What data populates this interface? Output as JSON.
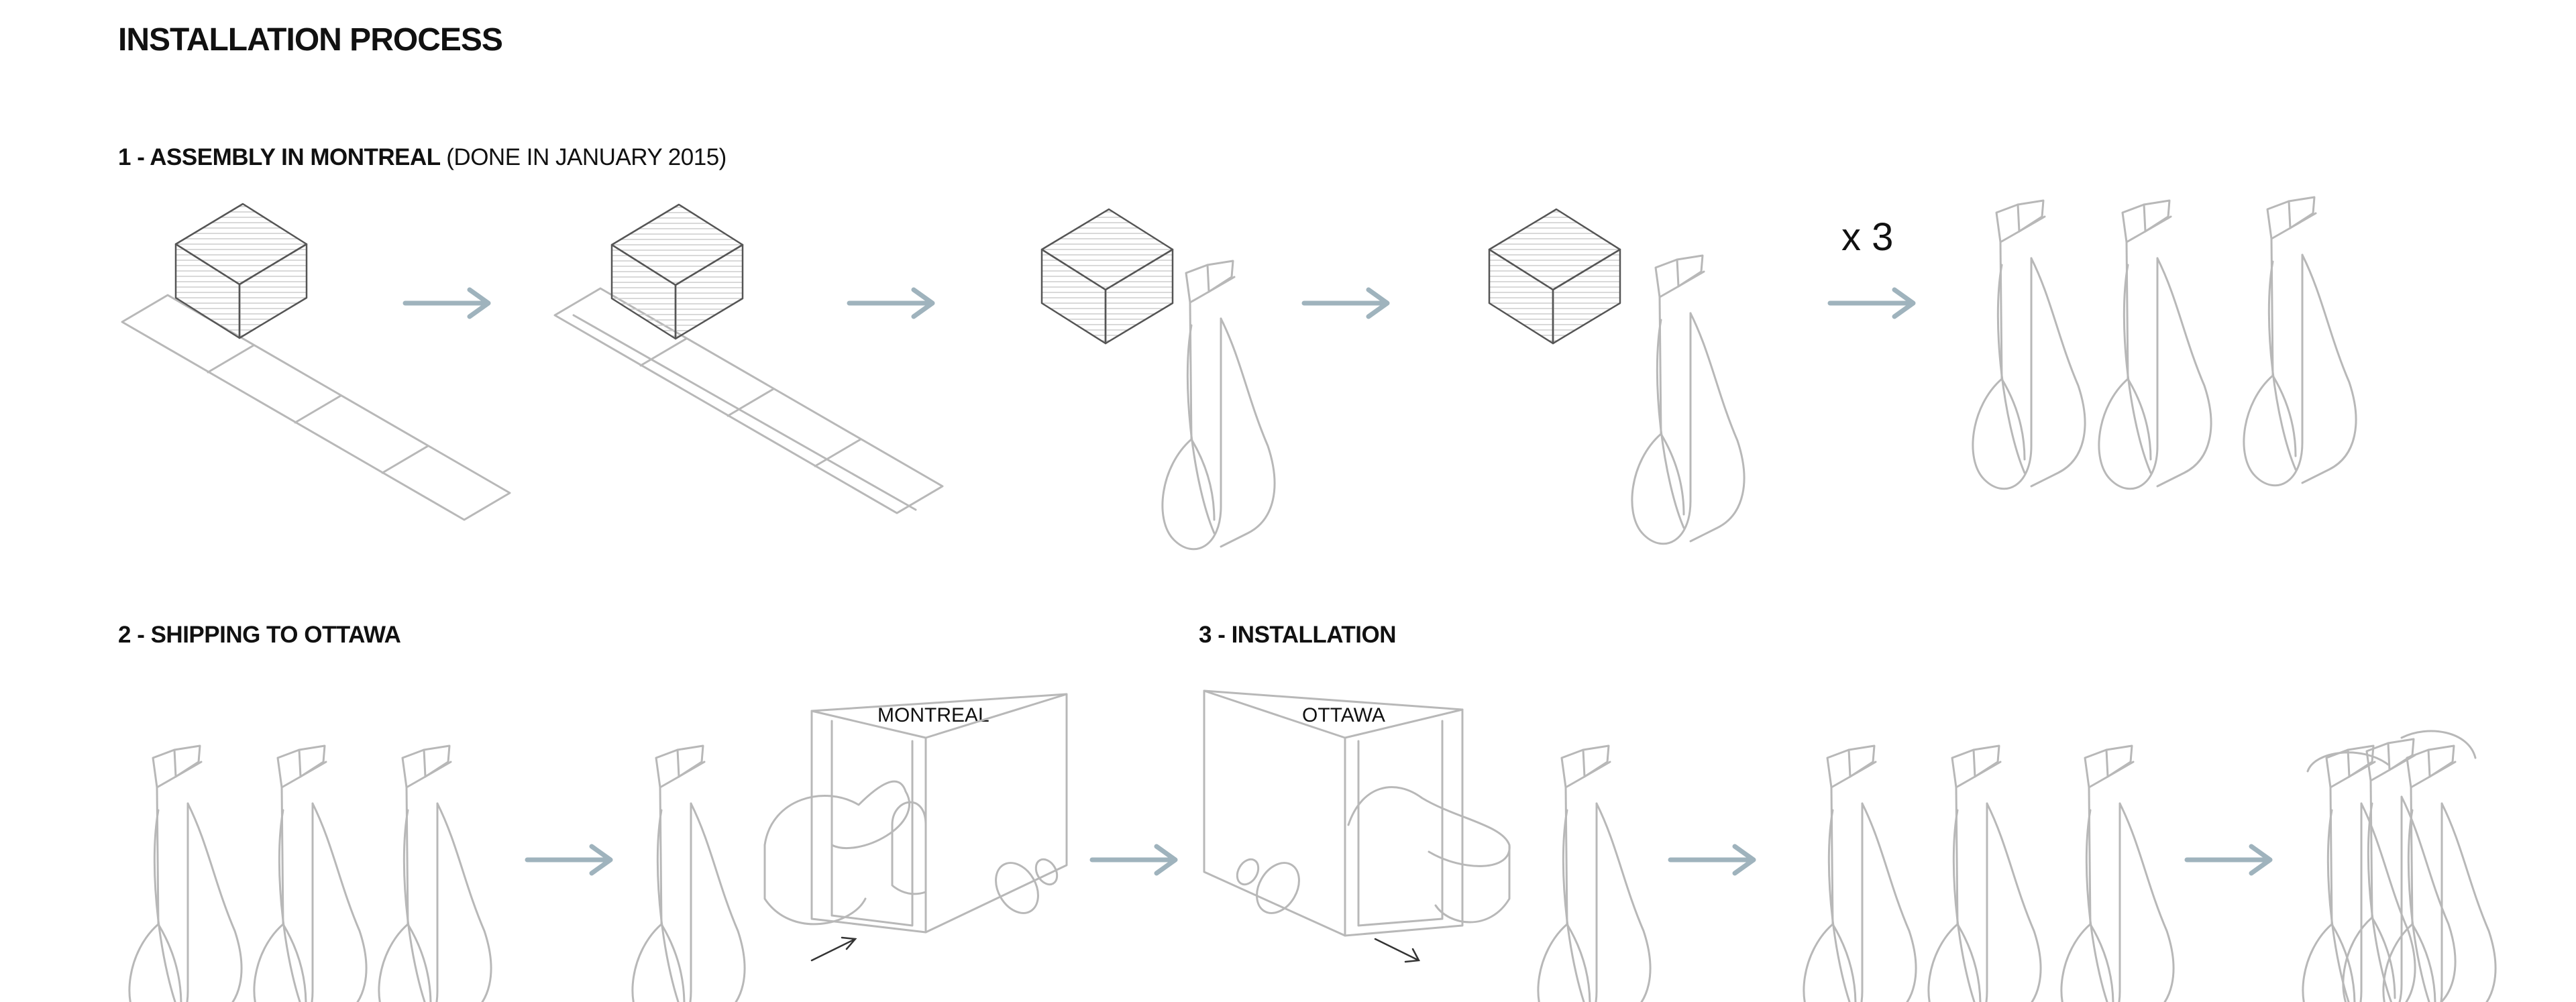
{
  "title": "INSTALLATION PROCESS",
  "steps": [
    {
      "label": "1 - ASSEMBLY IN MONTREAL",
      "note": "(DONE IN JANUARY 2015)"
    },
    {
      "label": "2 - SHIPPING  TO OTTAWA",
      "note": ""
    },
    {
      "label": "3 - INSTALLATION",
      "note": ""
    }
  ],
  "multiplier": "x 3",
  "trucks": {
    "origin": "MONTREAL",
    "destination": "OTTAWA"
  },
  "colors": {
    "arrow": "#9fb3bd",
    "linework": "#b8b8b8",
    "text": "#111111"
  }
}
